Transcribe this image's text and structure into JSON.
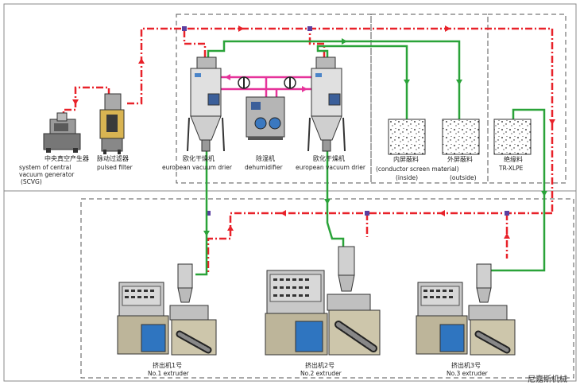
{
  "colors": {
    "vacuum_line": "#e8222a",
    "material_line": "#2aa339",
    "dehumid_line": "#e6339a",
    "equipment_gray": "#c8c8c8",
    "panel_blue": "#3a78c0",
    "frame_dash": "#555555"
  },
  "labels": {
    "scvg": {
      "cn": "中央真空产生器",
      "en1": "system of central",
      "en2": "vacuum generator",
      "en3": "(SCVG)"
    },
    "filter": {
      "cn": "脉动过滤器",
      "en": "pulsed filter"
    },
    "drier1": {
      "cn": "欧化干燥机",
      "en": "european vacuum drier"
    },
    "dehumidifier": {
      "cn": "除湿机",
      "en": "dehumidifier"
    },
    "drier2": {
      "cn": "欧化干燥机",
      "en": "european vacuum drier"
    },
    "inner_screen": {
      "cn": "内屏蔽料",
      "en1": "(conductor screen material)",
      "en2": "(inside)"
    },
    "outer_screen": {
      "cn": "外屏蔽料",
      "en": "(outside)"
    },
    "insulation": {
      "cn": "绝缘料",
      "en": "TR-XLPE"
    },
    "extruder1": {
      "cn": "挤出机1号",
      "en": "No.1 extruder"
    },
    "extruder2": {
      "cn": "挤出机2号",
      "en": "No.2 extruder"
    },
    "extruder3": {
      "cn": "挤出机3号",
      "en": "No.3 extruder"
    }
  },
  "watermark": "尼嘉斯机械"
}
